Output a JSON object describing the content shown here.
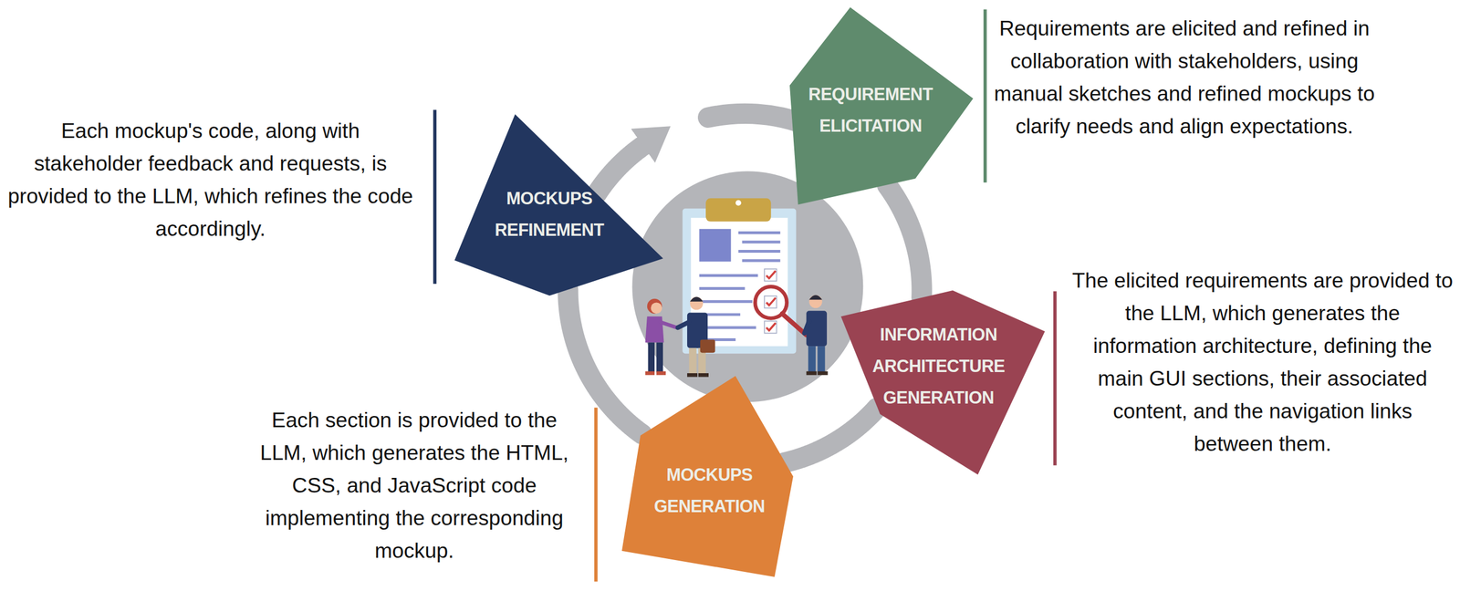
{
  "diagram": {
    "nodes": [
      {
        "text": [
          "REQUIREMENT ELICITATION"
        ]
      },
      {
        "text": [
          "MOCKUPS REFINEMENT"
        ]
      },
      {
        "text": [
          "INFORMATION ARCHITECTURE GENERATION"
        ]
      },
      {
        "text": [
          "MOCKUPS GENERATION"
        ]
      }
    ],
    "edges": [
      {
        "from": 0,
        "to": 2,
        "arrow": "none"
      },
      {
        "from": 2,
        "to": 3,
        "arrow": "none"
      },
      {
        "from": 3,
        "to": 1,
        "arrow": "none"
      },
      {
        "from": 1,
        "to": 0,
        "arrow": "to"
      }
    ],
    "labels": [
      "Requirements are elicited and refined in collaboration with stakeholders, using manual sketches and refined mockups to clarify needs and align expectations.",
      "Each mockup's code, along with stakeholder feedback and requests, is provided to the LLM, which refines the code accordingly.",
      "The elicited requirements are provided to the LLM, which generates the information architecture, defining the main GUI sections, their associated content, and the navigation links between them.",
      "Each section is provided to the LLM, which generates the HTML, CSS, and JavaScript code implementing the corresponding mockup."
    ]
  }
}
